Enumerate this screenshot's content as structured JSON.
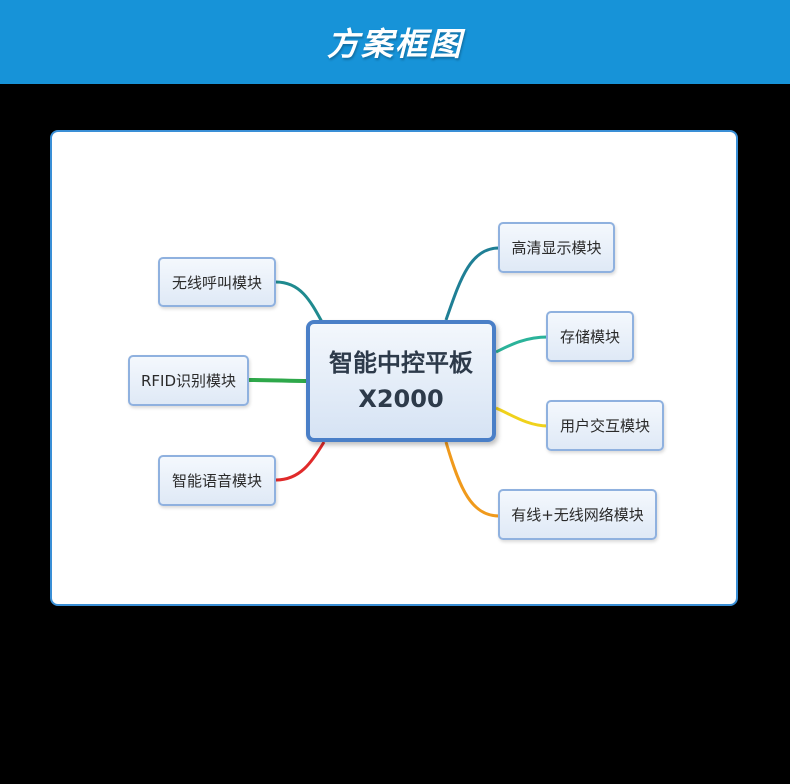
{
  "header": {
    "title": "方案框图",
    "background": "#1793d8"
  },
  "diagram": {
    "center": {
      "line1": "智能中控平板",
      "line2": "X2000"
    },
    "left_nodes": [
      {
        "label": "无线呼叫模块",
        "connector_color": "#1f8a8f"
      },
      {
        "label": "RFID识别模块",
        "connector_color": "#2ea84a"
      },
      {
        "label": "智能语音模块",
        "connector_color": "#e02a2a"
      }
    ],
    "right_nodes": [
      {
        "label": "高清显示模块",
        "connector_color": "#1f7f95"
      },
      {
        "label": "存储模块",
        "connector_color": "#2bb39a"
      },
      {
        "label": "用户交互模块",
        "connector_color": "#f0d21c"
      },
      {
        "label": "有线+无线网络模块",
        "connector_color": "#f09a1c"
      }
    ]
  }
}
